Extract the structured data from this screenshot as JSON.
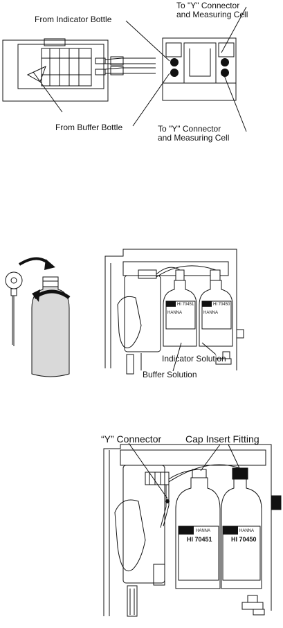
{
  "figure1": {
    "from_indicator": "From Indicator Bottle",
    "from_buffer": "From Buffer Bottle",
    "to_connector_top_line1": "To \"Y\" Connector",
    "to_connector_top_line2": "and Measuring Cell",
    "to_connector_bottom_line1": "To \"Y\" Connector",
    "to_connector_bottom_line2": "and Measuring Cell"
  },
  "figure2": {
    "indicator_solution": "Indicator Solution",
    "buffer_solution": "Buffer Solution",
    "bottle_left_brand": "HANNA",
    "bottle_left_code": "HI 70451",
    "bottle_right_brand": "HANNA",
    "bottle_right_code": "HI 70450"
  },
  "figure3": {
    "y_connector": "“Y” Connector",
    "cap_insert_fitting": "Cap Insert Fitting",
    "bottle_left_brand": "HANNA",
    "bottle_left_code": "HI 70451",
    "bottle_right_brand": "HANNA",
    "bottle_right_code": "HI 70450"
  }
}
